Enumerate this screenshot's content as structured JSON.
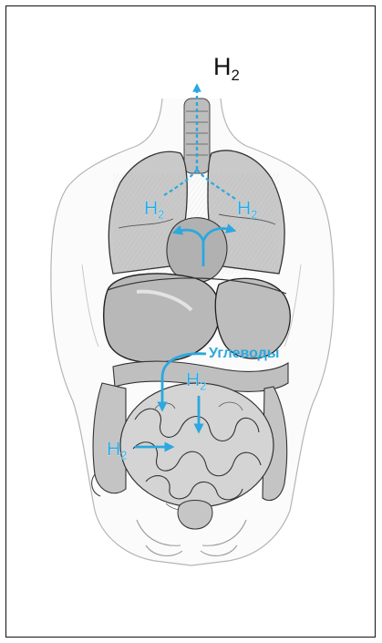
{
  "labels": {
    "exhaled_gas": {
      "symbol": "H",
      "subscript": "2"
    },
    "lung_left_gas": {
      "symbol": "H",
      "subscript": "2"
    },
    "lung_right_gas": {
      "symbol": "H",
      "subscript": "2"
    },
    "colon_gas": {
      "symbol": "H",
      "subscript": "2"
    },
    "intestine_gas": {
      "symbol": "H",
      "subscript": "2"
    },
    "carbohydrates": "Углеводы"
  },
  "colors": {
    "accent": "#2aa8df",
    "outline": "#111111",
    "organ_fill": "#c9c9c9"
  },
  "icons": {
    "top_arrow": "arrow-up-icon",
    "lung_arrows": "branch-arrows-icon",
    "intestine_arrows": "arrow-icon"
  }
}
